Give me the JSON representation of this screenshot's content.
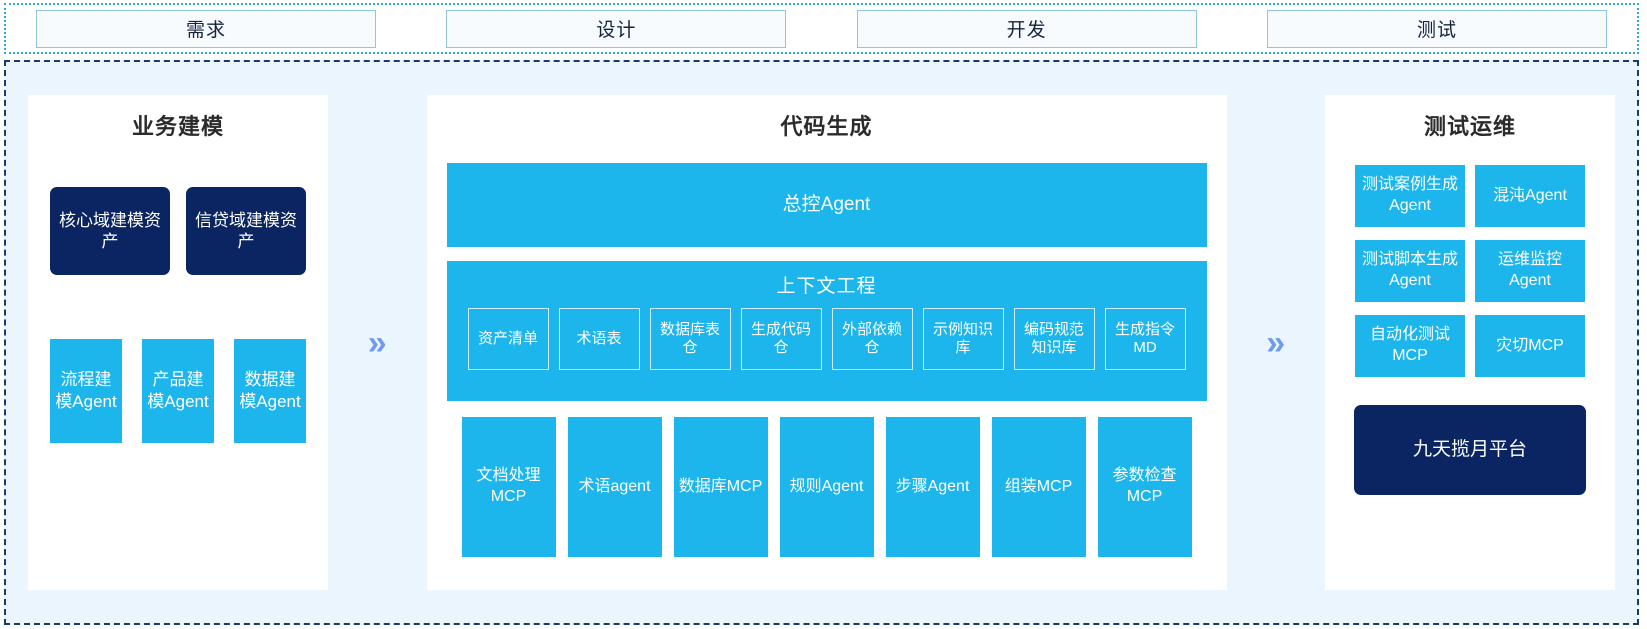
{
  "phases": [
    {
      "label": "需求"
    },
    {
      "label": "设计"
    },
    {
      "label": "开发"
    },
    {
      "label": "测试"
    }
  ],
  "separator": {
    "glyph": "»"
  },
  "colors": {
    "accent_blue": "#1CB5EC",
    "navy": "#0B2462",
    "chevron_blue": "#6F9BEC",
    "panel_bg": "#FFFFFF",
    "canvas_bg": "#EAF5FD",
    "dashed_border": "#1B3A6B",
    "phase_border": "#2AA8D8"
  },
  "business_modeling": {
    "title": "业务建模",
    "assets": [
      {
        "label": "核心域建模资产"
      },
      {
        "label": "信贷域建模资产"
      }
    ],
    "agents": [
      {
        "label": "流程建模Agent"
      },
      {
        "label": "产品建模Agent"
      },
      {
        "label": "数据建模Agent"
      }
    ]
  },
  "code_generation": {
    "title": "代码生成",
    "master_agent": {
      "label": "总控Agent"
    },
    "context_engineering": {
      "title": "上下文工程",
      "items": [
        {
          "label": "资产清单"
        },
        {
          "label": "术语表"
        },
        {
          "label": "数据库表仓"
        },
        {
          "label": "生成代码仓"
        },
        {
          "label": "外部依赖仓"
        },
        {
          "label": "示例知识库"
        },
        {
          "label": "编码规范知识库"
        },
        {
          "label": "生成指令MD"
        }
      ]
    },
    "tools": [
      {
        "label": "文档处理MCP"
      },
      {
        "label": "术语agent"
      },
      {
        "label": "数据库MCP"
      },
      {
        "label": "规则Agent"
      },
      {
        "label": "步骤Agent"
      },
      {
        "label": "组装MCP"
      },
      {
        "label": "参数检查MCP"
      }
    ]
  },
  "test_ops": {
    "title": "测试运维",
    "items": [
      {
        "label": "测试案例生成Agent"
      },
      {
        "label": "混沌Agent"
      },
      {
        "label": "测试脚本生成Agent"
      },
      {
        "label": "运维监控Agent"
      },
      {
        "label": "自动化测试MCP"
      },
      {
        "label": "灾切MCP"
      }
    ],
    "platform": {
      "label": "九天揽月平台"
    }
  }
}
